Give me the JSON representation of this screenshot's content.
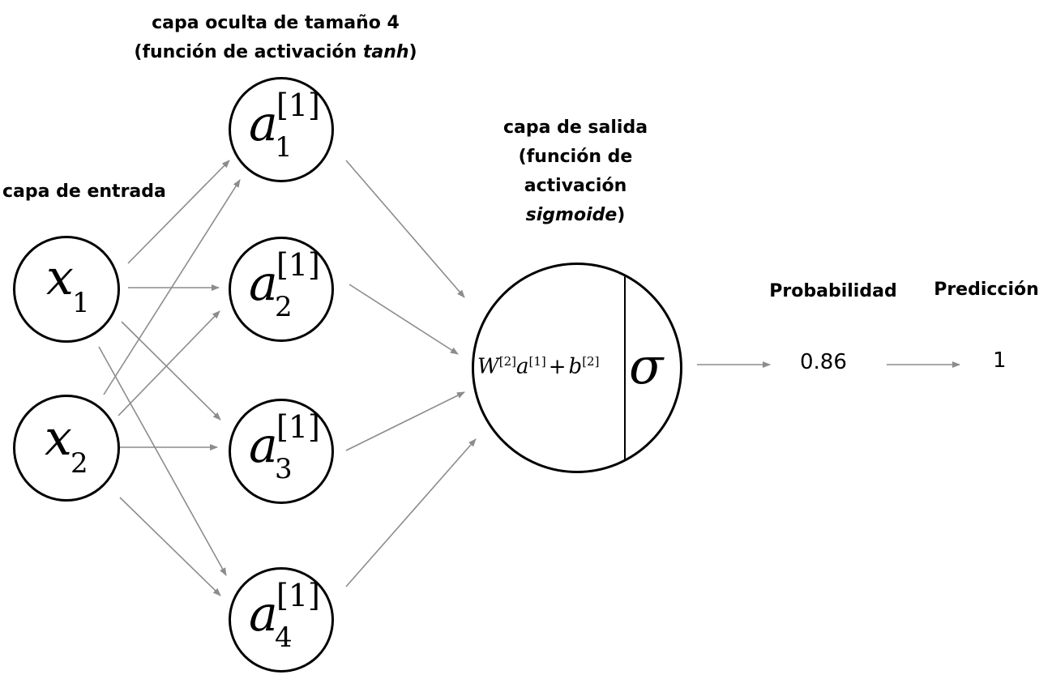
{
  "labels": {
    "hidden_layer_line1": "capa oculta de tamaño 4",
    "hidden_layer_line2_prefix": "(función de activación ",
    "hidden_layer_line2_italic": "tanh",
    "hidden_layer_line2_suffix": ")",
    "input_layer": "capa de entrada",
    "output_layer_line1": "capa de salida",
    "output_layer_line2": "(función de",
    "output_layer_line3": "activación",
    "output_layer_line4_italic": "sigmoide",
    "output_layer_line4_suffix": ")",
    "probability_header": "Probabilidad",
    "prediction_header": "Predicción"
  },
  "input_nodes": [
    {
      "symbol": "x",
      "subscript": "1"
    },
    {
      "symbol": "x",
      "subscript": "2"
    }
  ],
  "hidden_nodes": [
    {
      "symbol": "a",
      "superscript": "[1]",
      "subscript": "1"
    },
    {
      "symbol": "a",
      "superscript": "[1]",
      "subscript": "2"
    },
    {
      "symbol": "a",
      "superscript": "[1]",
      "subscript": "3"
    },
    {
      "symbol": "a",
      "superscript": "[1]",
      "subscript": "4"
    }
  ],
  "output_node": {
    "formula": {
      "W": "W",
      "W_sup": "[2]",
      "a": "a",
      "a_sup": "[1]",
      "plus": "+",
      "b": "b",
      "b_sup": "[2]"
    },
    "activation_symbol": "σ"
  },
  "outputs": {
    "probability": "0.86",
    "prediction": "1"
  },
  "colors": {
    "edge": "#8c8c8c",
    "node_border": "#000000"
  }
}
